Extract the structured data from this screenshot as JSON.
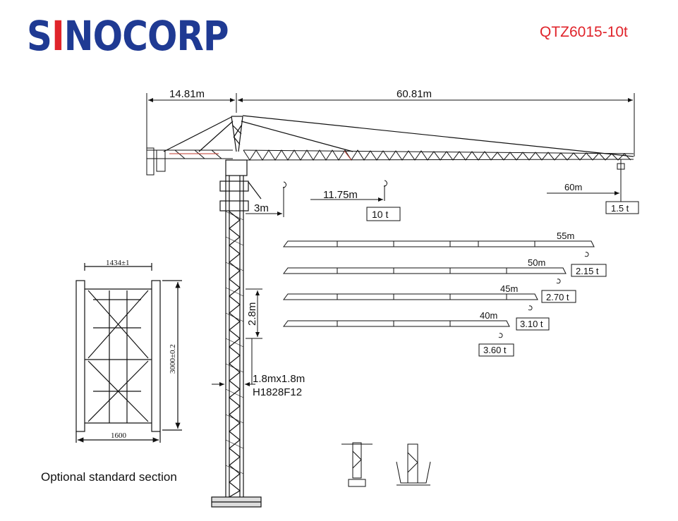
{
  "brand": {
    "logo_part1": "SI",
    "logo_part2": "NOCORP",
    "logo_letter_red": "I",
    "model": "QTZ6015-10t",
    "brand_blue": "#1f3a93",
    "brand_red": "#e0242b"
  },
  "crane": {
    "counter_jib_length": "14.81m",
    "jib_length": "60.81m",
    "max_load_radius": "11.75m",
    "max_load": "10 t",
    "small_radius": "3m",
    "tip_radius": "60m",
    "tip_load": "1.5 t",
    "section_height": "2.8m",
    "section_size": "1.8mx1.8m",
    "section_code": "H1828F12"
  },
  "jib_configs": [
    {
      "length": "55m",
      "load": "2.15 t"
    },
    {
      "length": "50m",
      "load": "2.70 t"
    },
    {
      "length": "45m",
      "load": "3.10 t"
    },
    {
      "length": "40m",
      "load": "3.60 t"
    }
  ],
  "section_detail": {
    "title": "Optional standard section",
    "top_width": "1434±1",
    "height": "3000±0.2",
    "bottom_width": "1600"
  }
}
